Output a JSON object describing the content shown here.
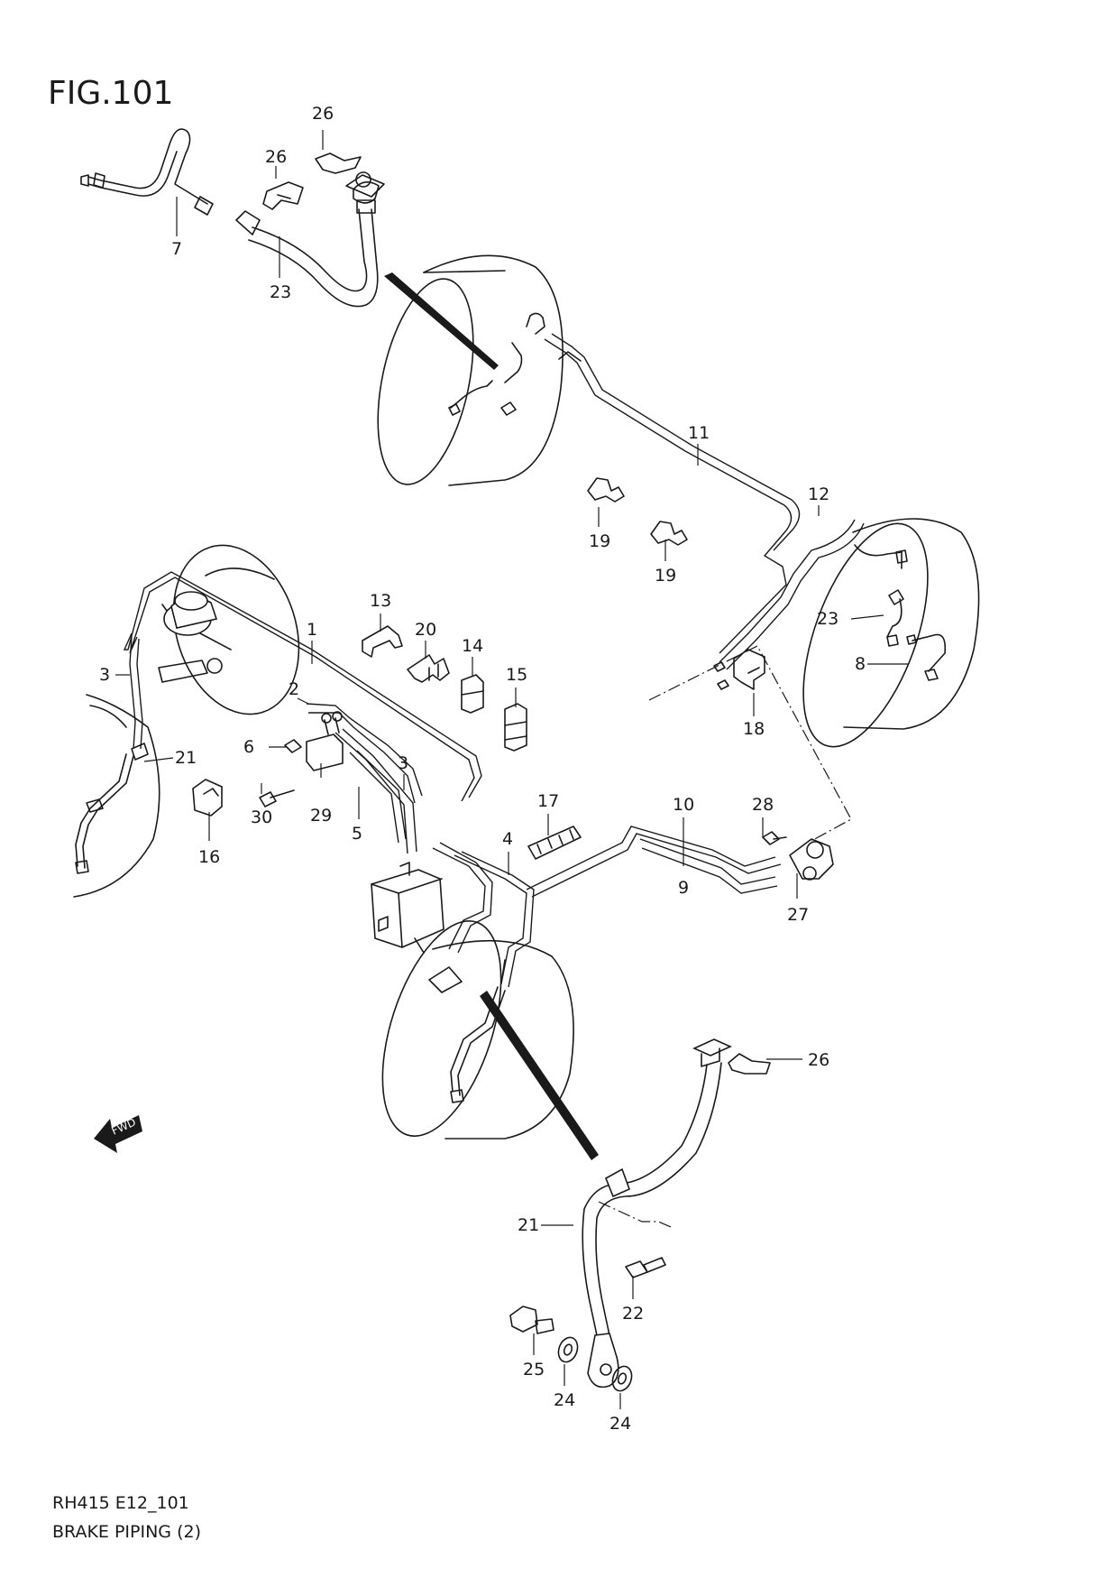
{
  "figure": {
    "title": "FIG.101",
    "code": "RH415 E12_101",
    "caption": "BRAKE PIPING (2)",
    "fwd_label": "FWD"
  },
  "callouts": [
    {
      "id": "c7",
      "label": "7"
    },
    {
      "id": "c26a",
      "label": "26"
    },
    {
      "id": "c26b",
      "label": "26"
    },
    {
      "id": "c23a",
      "label": "23"
    },
    {
      "id": "c11",
      "label": "11"
    },
    {
      "id": "c12",
      "label": "12"
    },
    {
      "id": "c19a",
      "label": "19"
    },
    {
      "id": "c19b",
      "label": "19"
    },
    {
      "id": "c23b",
      "label": "23"
    },
    {
      "id": "c8",
      "label": "8"
    },
    {
      "id": "c18",
      "label": "18"
    },
    {
      "id": "c13",
      "label": "13"
    },
    {
      "id": "c20",
      "label": "20"
    },
    {
      "id": "c14",
      "label": "14"
    },
    {
      "id": "c15",
      "label": "15"
    },
    {
      "id": "c1",
      "label": "1"
    },
    {
      "id": "c2",
      "label": "2"
    },
    {
      "id": "c3a",
      "label": "3"
    },
    {
      "id": "c21a",
      "label": "21"
    },
    {
      "id": "c6",
      "label": "6"
    },
    {
      "id": "c3b",
      "label": "3"
    },
    {
      "id": "c16",
      "label": "16"
    },
    {
      "id": "c30",
      "label": "30"
    },
    {
      "id": "c29",
      "label": "29"
    },
    {
      "id": "c5",
      "label": "5"
    },
    {
      "id": "c17",
      "label": "17"
    },
    {
      "id": "c4",
      "label": "4"
    },
    {
      "id": "c10",
      "label": "10"
    },
    {
      "id": "c9",
      "label": "9"
    },
    {
      "id": "c28",
      "label": "28"
    },
    {
      "id": "c27",
      "label": "27"
    },
    {
      "id": "c26c",
      "label": "26"
    },
    {
      "id": "c21b",
      "label": "21"
    },
    {
      "id": "c22",
      "label": "22"
    },
    {
      "id": "c25",
      "label": "25"
    },
    {
      "id": "c24a",
      "label": "24"
    },
    {
      "id": "c24b",
      "label": "24"
    }
  ]
}
